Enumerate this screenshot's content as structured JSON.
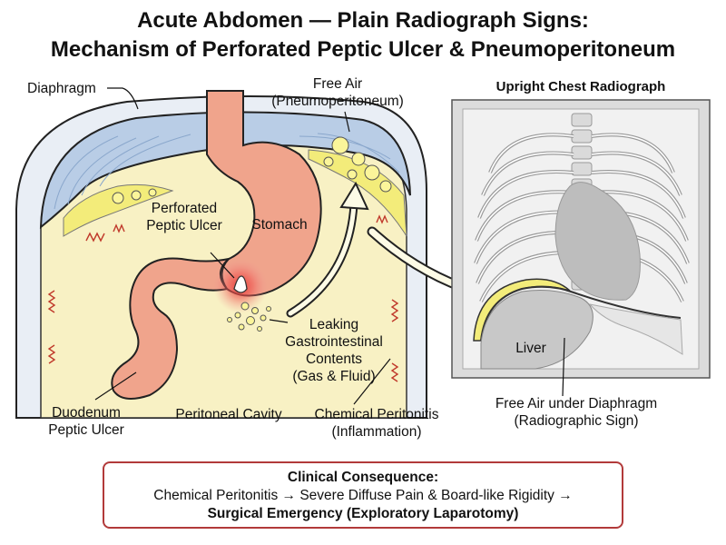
{
  "title": {
    "line1": "Acute Abdomen — Plain Radiograph Signs:",
    "line2": "Mechanism of Perforated Peptic Ulcer & Pneumoperitoneum"
  },
  "labels": {
    "diaphragm": "Diaphragm",
    "free_air_1": "Free Air",
    "free_air_2": "(Pneumoperitoneum)",
    "perforated_1": "Perforated",
    "perforated_2": "Peptic Ulcer",
    "stomach": "Stomach",
    "leaking_1": "Leaking",
    "leaking_2": "Gastrointestinal",
    "leaking_3": "Contents",
    "leaking_4": "(Gas & Fluid)",
    "duodenum_1": "Duodenum",
    "duodenum_2": "Peptic Ulcer",
    "peritoneal_cavity": "Peritoneal Cavity",
    "chem_1": "Chemical Peritonitis",
    "chem_2": "(Inflammation)",
    "xray_title": "Upright Chest Radiograph",
    "liver": "Liver",
    "free_under_1": "Free Air under Diaphragm",
    "free_under_2": "(Radiographic Sign)"
  },
  "consequence": {
    "heading": "Clinical Consequence:",
    "line2": "Chemical Peritonitis → Severe Diffuse Pain & Board-like Rigidity →",
    "line3": "Surgical Emergency (Exploratory Laparotomy)"
  },
  "colors": {
    "abdomen_fill": "#f8f1c4",
    "diaphragm_fill": "#b9cde6",
    "stomach_fill": "#f0a48c",
    "free_air_fill": "#f3ec7a",
    "ulcer_red": "#e53935",
    "box_border": "#b23a3a",
    "xray_bg": "#dcdcdc"
  }
}
